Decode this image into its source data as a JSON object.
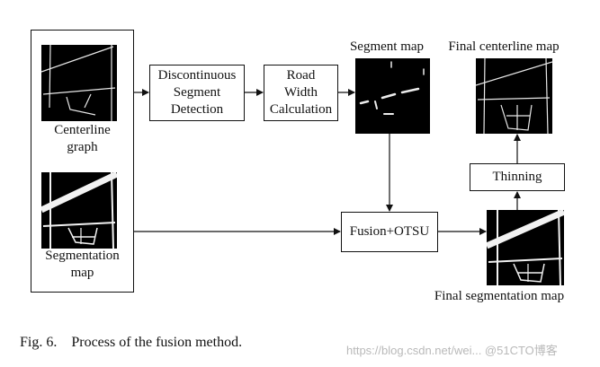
{
  "nodes": {
    "centerline_graph": "Centerline\ngraph",
    "segmentation_map": "Segmentation\nmap",
    "discontinuous_segment_detection": "Discontinuous\nSegment\nDetection",
    "road_width_calculation": "Road\nWidth\nCalculation",
    "segment_map": "Segment map",
    "fusion_otsu": "Fusion+OTSU",
    "final_segmentation_map": "Final segmentation map",
    "thinning": "Thinning",
    "final_centerline_map": "Final centerline map"
  },
  "caption": "Fig. 6.    Process of the fusion method.",
  "watermark": "https://blog.csdn.net/wei... @51CTO博客"
}
